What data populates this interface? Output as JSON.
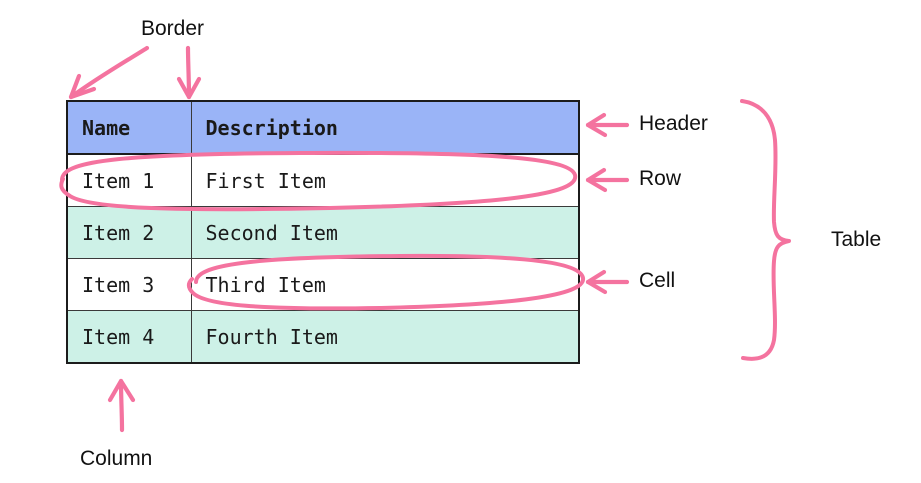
{
  "diagram": {
    "title": "Table anatomy annotated diagram",
    "colors": {
      "header_fill": "#9ab4f7",
      "row_alt_fill": "#cdf1e7",
      "row_fill": "#ffffff",
      "border": "#1c1c1c",
      "annotation_pink": "#f4739f",
      "text": "#1a1a1a",
      "background": "#ffffff"
    }
  },
  "table": {
    "columns": [
      {
        "key": "name",
        "label": "Name"
      },
      {
        "key": "description",
        "label": "Description"
      }
    ],
    "rows": [
      {
        "name": "Item 1",
        "description": "First Item",
        "fill": "white"
      },
      {
        "name": "Item 2",
        "description": "Second Item",
        "fill": "mint"
      },
      {
        "name": "Item 3",
        "description": "Third Item",
        "fill": "white"
      },
      {
        "name": "Item 4",
        "description": "Fourth Item",
        "fill": "mint"
      }
    ]
  },
  "annotations": {
    "border": "Border",
    "header": "Header",
    "row": "Row",
    "cell": "Cell",
    "table": "Table",
    "column": "Column"
  }
}
